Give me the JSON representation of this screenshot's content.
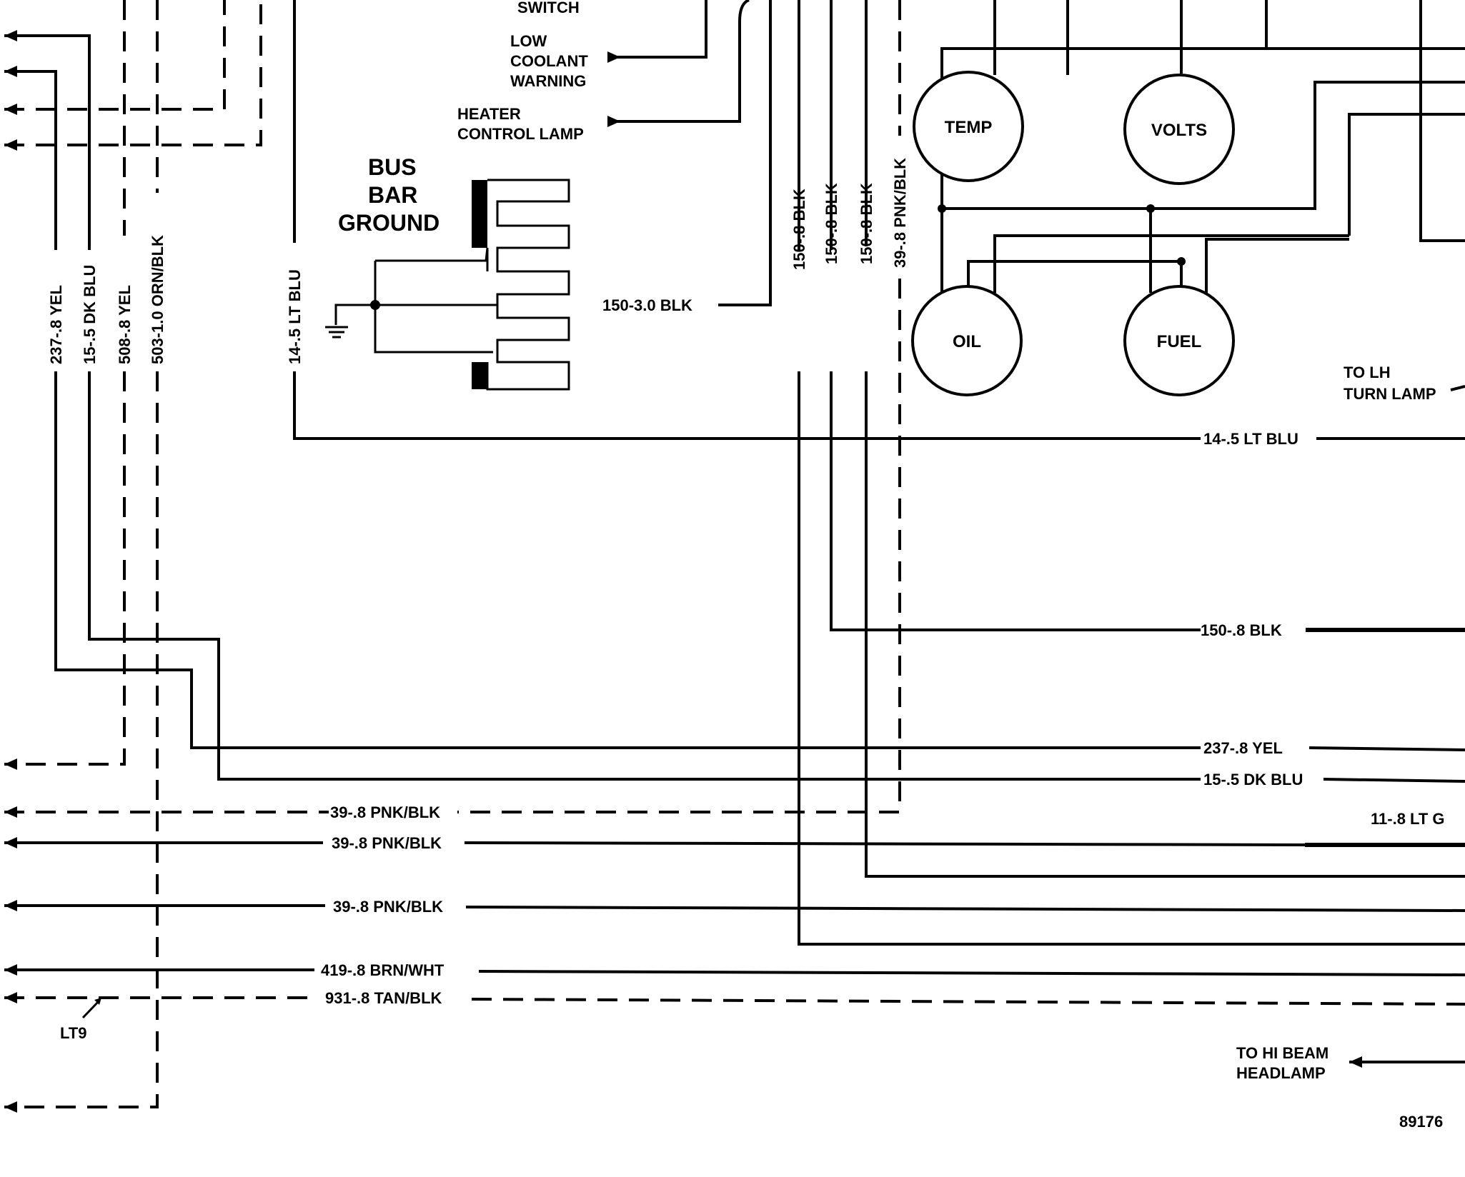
{
  "labels": {
    "switch": "SWITCH",
    "low_coolant": [
      "LOW",
      "COOLANT",
      "WARNING"
    ],
    "heater_lamp": [
      "HEATER",
      "CONTROL LAMP"
    ],
    "bus_bar": [
      "BUS",
      "BAR",
      "GROUND"
    ],
    "to_lh_turn": [
      "TO LH",
      "TURN LAMP"
    ],
    "to_hi_beam": [
      "TO HI BEAM",
      "HEADLAMP"
    ],
    "lt9": "LT9",
    "figure_number": "89176"
  },
  "gauges": {
    "temp": "TEMP",
    "volts": "VOLTS",
    "oil": "OIL",
    "fuel": "FUEL"
  },
  "vertical_wires": {
    "w237": "237-.8 YEL",
    "w15": "15-.5 DK BLU",
    "w508": "508-.8 YEL",
    "w503": "503-1.0 ORN/BLK",
    "w14": "14-.5 LT BLU",
    "w150a": "150-.8 BLK",
    "w150b": "150-.8 BLK",
    "w150c": "150-.8 BLK",
    "w39": "39-.8 PNK/BLK"
  },
  "horizontal_wires": {
    "w150_30": "150-3.0 BLK",
    "w14": "14-.5 LT BLU",
    "w150": "150-.8 BLK",
    "w237": "237-.8 YEL",
    "w15": "15-.5 DK BLU",
    "w11": "11-.8 LT G",
    "w39_dash": "39-.8 PNK/BLK",
    "w39_a": "39-.8 PNK/BLK",
    "w39_b": "39-.8 PNK/BLK",
    "w419": "419-.8 BRN/WHT",
    "w931": "931-.8 TAN/BLK"
  }
}
